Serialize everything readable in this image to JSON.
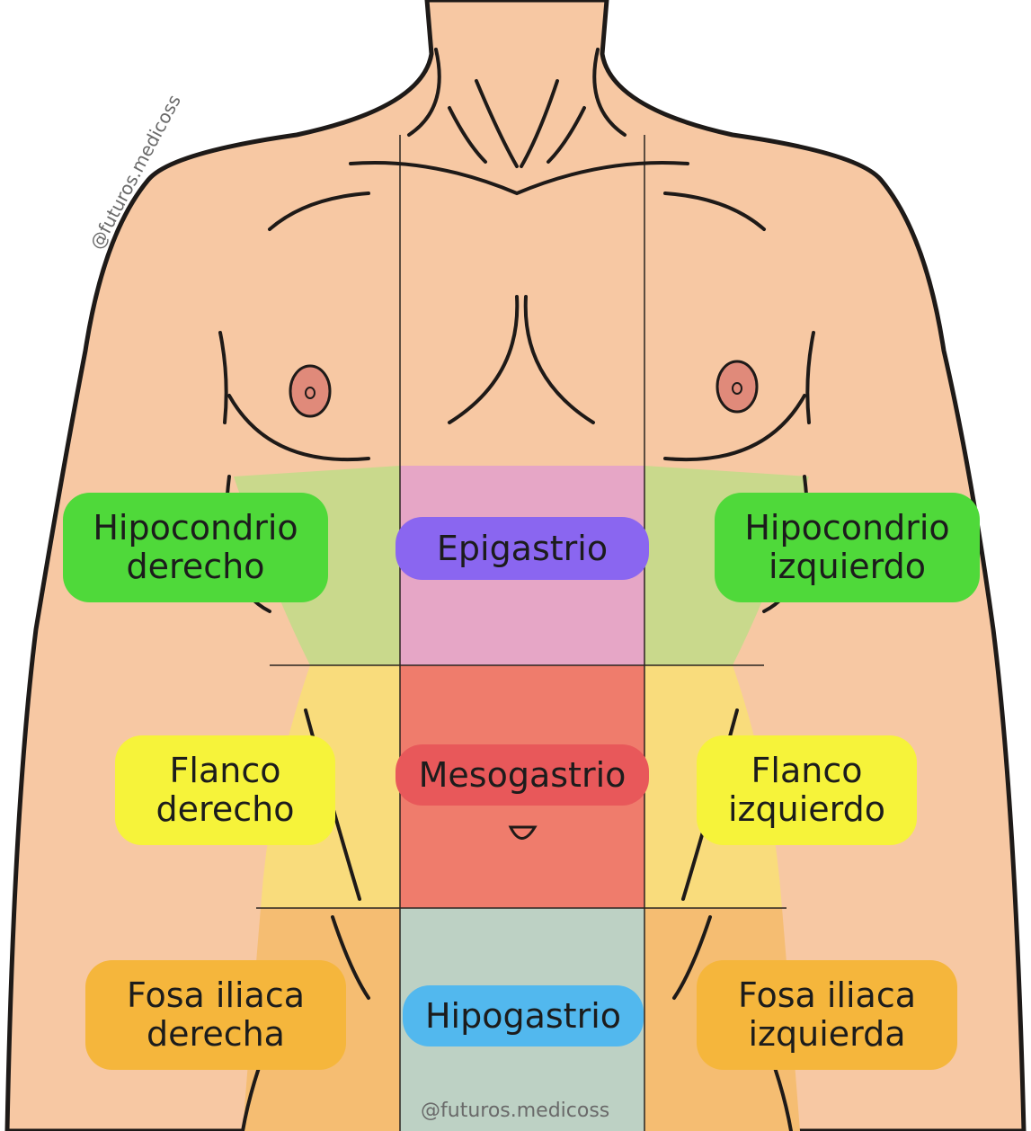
{
  "regions": {
    "hipocondrio_derecho": {
      "line1": "Hipocondrio",
      "line2": "derecho"
    },
    "epigastrio": {
      "line1": "Epigastrio"
    },
    "hipocondrio_izquierdo": {
      "line1": "Hipocondrio",
      "line2": "izquierdo"
    },
    "flanco_derecho": {
      "line1": "Flanco",
      "line2": "derecho"
    },
    "mesogastrio": {
      "line1": "Mesogastrio"
    },
    "flanco_izquierdo": {
      "line1": "Flanco",
      "line2": "izquierdo"
    },
    "fosa_iliaca_derecha": {
      "line1": "Fosa iliaca",
      "line2": "derecha"
    },
    "hipogastrio": {
      "line1": "Hipogastrio"
    },
    "fosa_iliaca_izquierda": {
      "line1": "Fosa iliaca",
      "line2": "izquierda"
    }
  },
  "watermarks": {
    "top": "@futuros.medicoss",
    "bottom": "@futuros.medicoss"
  },
  "colors": {
    "skin": "#f7c8a3",
    "outline": "#1e1a18",
    "hipocondrio_zone": "#c9d98c",
    "epigastrio_zone": "#e6a6c6",
    "flanco_zone": "#f9dc7c",
    "mesogastrio_zone": "#ef7c6c",
    "fosa_zone": "#f5bd72",
    "hipogastrio_zone": "#bdd1c4",
    "green_pill": "#4fd93a",
    "purple_pill": "#8a66f0",
    "yellow_pill": "#f6f33a",
    "red_pill": "#e8585a",
    "orange_pill": "#f5b63c",
    "blue_pill": "#52b8ee"
  }
}
